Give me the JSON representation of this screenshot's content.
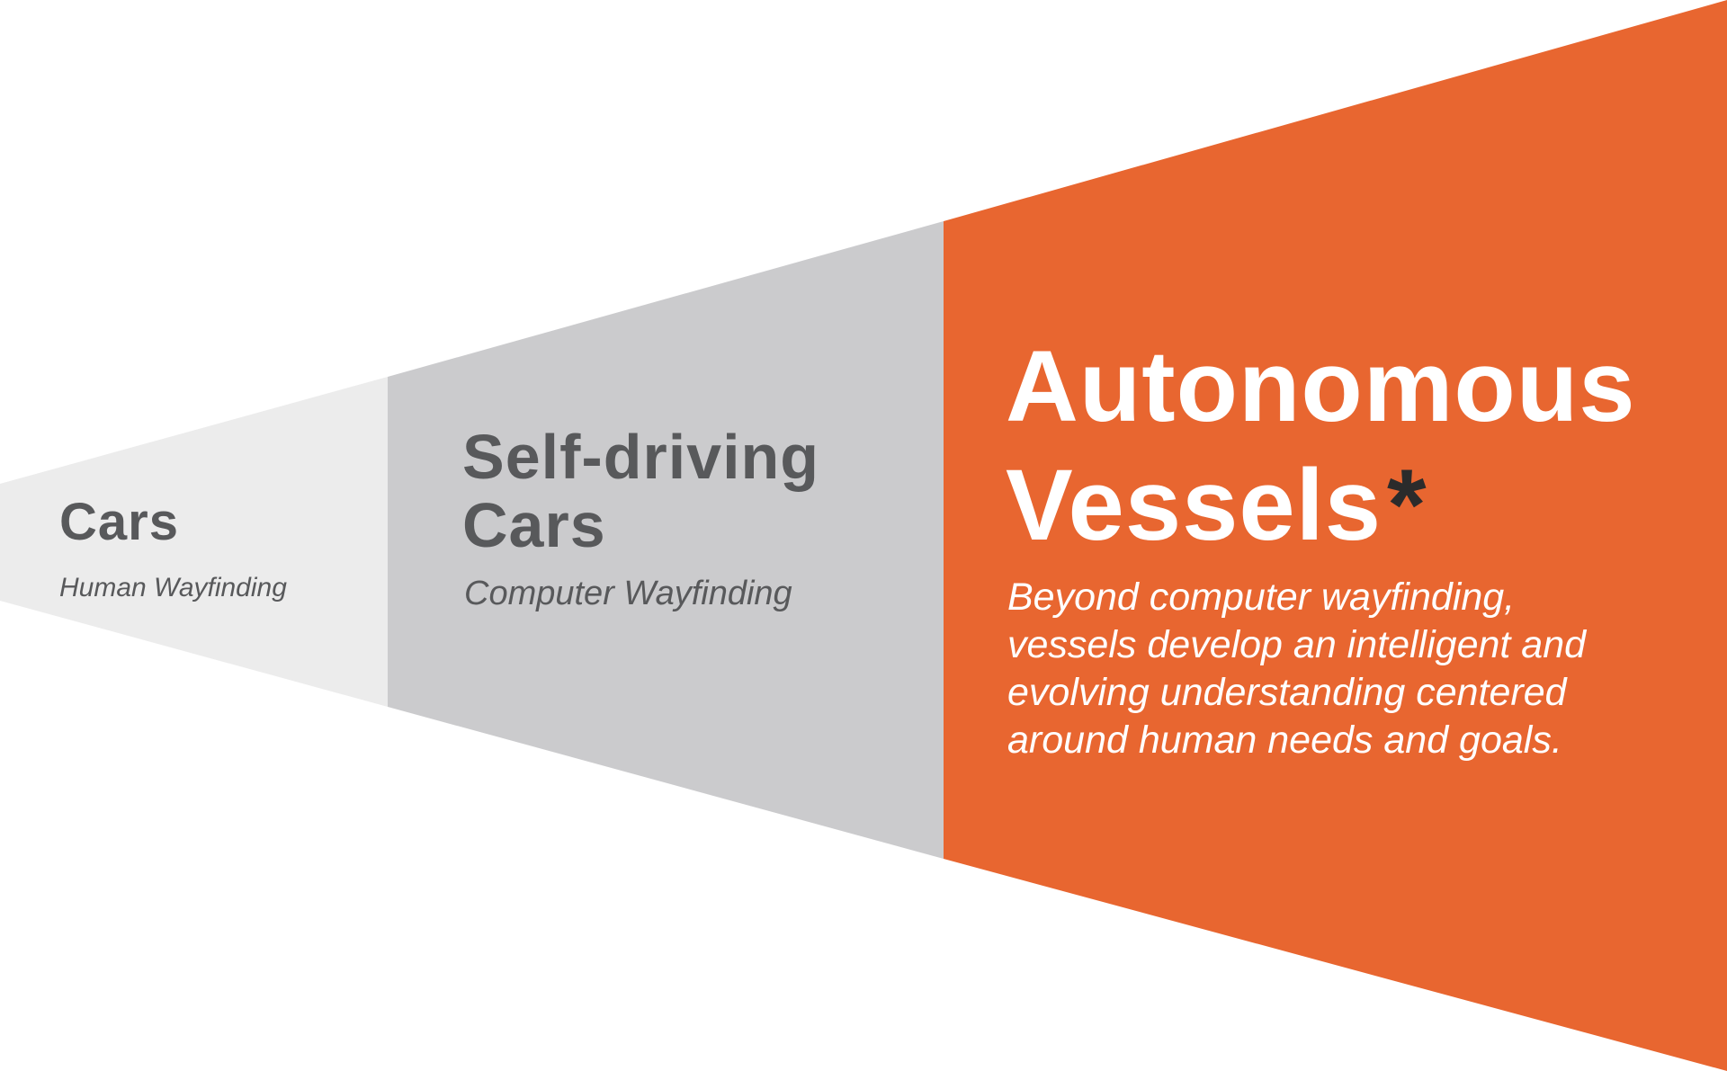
{
  "colors": {
    "background": "#ffffff",
    "stage1_fill": "#ececec",
    "stage2_fill": "#cbcbcd",
    "stage3_fill": "#e86630",
    "grey_text": "#58595b",
    "white_text": "#ffffff",
    "asterisk": "#2b2b2b"
  },
  "stages": [
    {
      "title_lines": [
        "Cars"
      ],
      "subtitle": "Human Wayfinding"
    },
    {
      "title_lines": [
        "Self-driving",
        "Cars"
      ],
      "subtitle": "Computer Wayfinding"
    },
    {
      "title_lines": [
        "Autonomous",
        "Vessels"
      ],
      "marker": "*",
      "description_lines": [
        "Beyond computer wayfinding,",
        "vessels develop an intelligent and",
        "evolving understanding centered",
        "around human needs and goals."
      ]
    }
  ]
}
